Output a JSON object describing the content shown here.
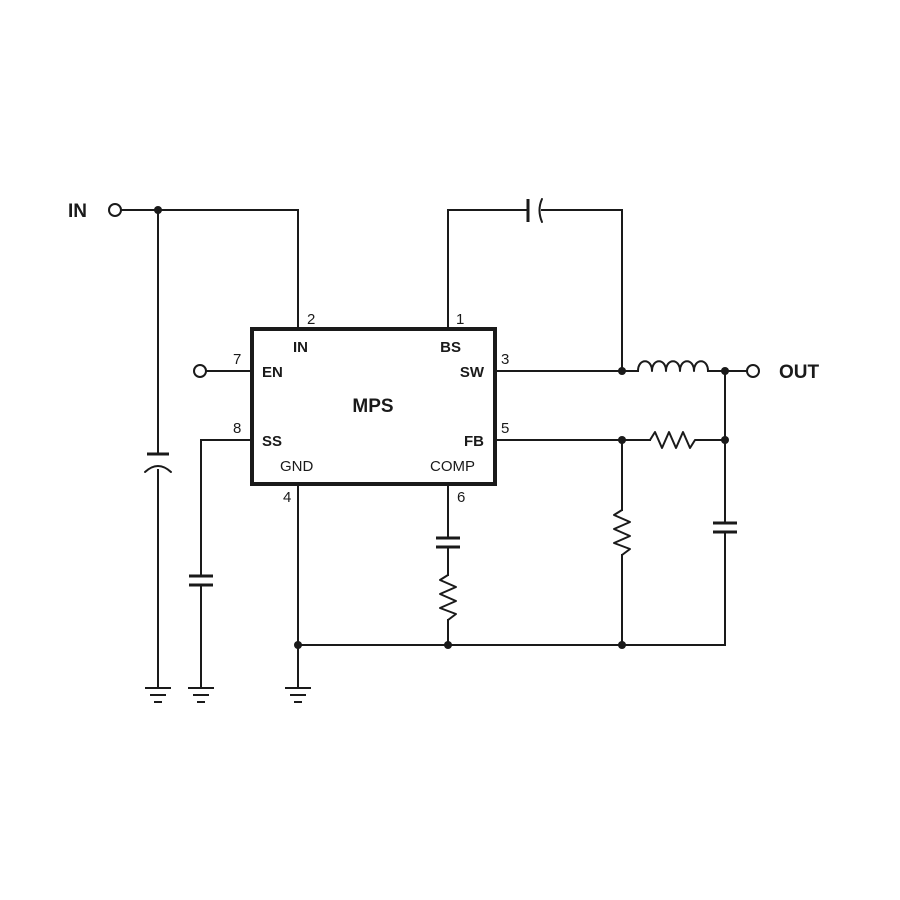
{
  "chip": {
    "label": "MPS"
  },
  "terminals": {
    "input": "IN",
    "output": "OUT"
  },
  "pins": {
    "in": {
      "number": "2",
      "name": "IN"
    },
    "bs": {
      "number": "1",
      "name": "BS"
    },
    "sw": {
      "number": "3",
      "name": "SW"
    },
    "en": {
      "number": "7",
      "name": "EN"
    },
    "ss": {
      "number": "8",
      "name": "SS"
    },
    "fb": {
      "number": "5",
      "name": "FB"
    },
    "gnd": {
      "number": "4",
      "name": "GND"
    },
    "comp": {
      "number": "6",
      "name": "COMP"
    }
  },
  "colors": {
    "ink": "#1a1a1a",
    "background": "#ffffff"
  }
}
